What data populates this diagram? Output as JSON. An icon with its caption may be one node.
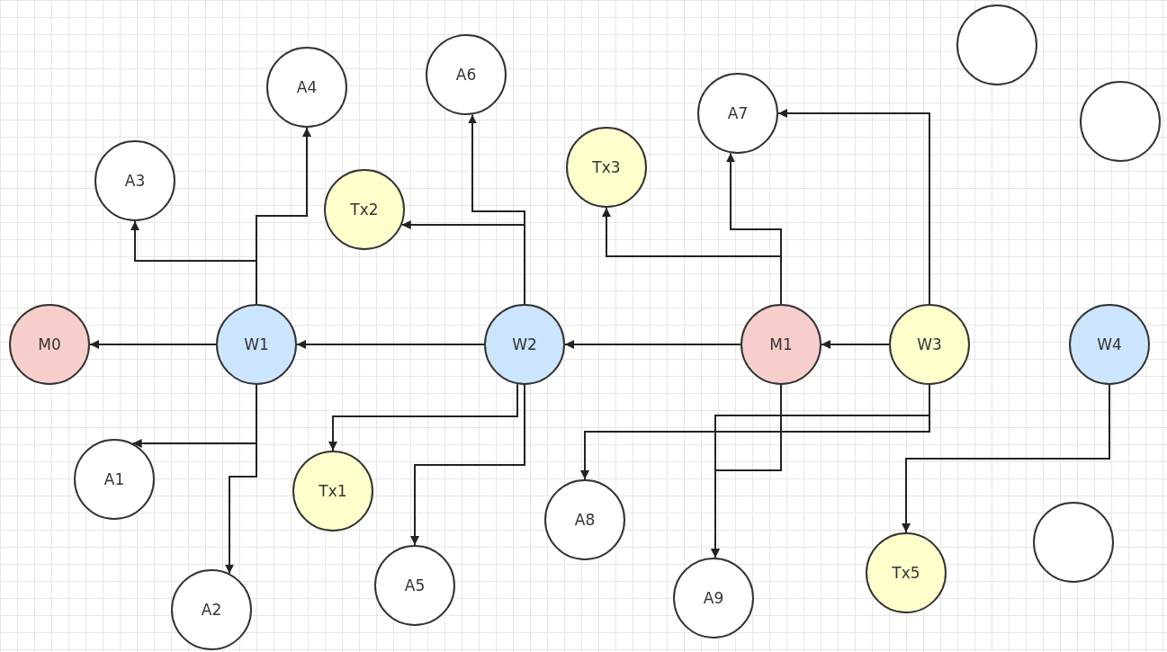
{
  "diagram": {
    "nodes": [
      {
        "text": [
          "M0"
        ]
      },
      {
        "text": [
          "W1"
        ]
      },
      {
        "text": [
          "W2"
        ]
      },
      {
        "text": [
          "M1"
        ]
      },
      {
        "text": [
          "W3"
        ]
      },
      {
        "text": [
          "W4"
        ]
      },
      {
        "text": [
          "A3"
        ]
      },
      {
        "text": [
          "A4"
        ]
      },
      {
        "text": [
          "A6"
        ]
      },
      {
        "text": [
          "Tx2"
        ]
      },
      {
        "text": [
          "Tx3"
        ]
      },
      {
        "text": [
          "A7"
        ]
      },
      {
        "text": [],
        "shape": "circle"
      },
      {
        "text": [],
        "shape": "circle"
      },
      {
        "text": [
          "A1"
        ]
      },
      {
        "text": [
          "Tx1"
        ]
      },
      {
        "text": [
          "A5"
        ]
      },
      {
        "text": [
          "A2"
        ]
      },
      {
        "text": [
          "A8"
        ]
      },
      {
        "text": [
          "A9"
        ]
      },
      {
        "text": [
          "Tx5"
        ]
      },
      {
        "text": [],
        "shape": "circle"
      }
    ],
    "edges": [
      {
        "from": 1,
        "to": 0,
        "arrow": "to"
      },
      {
        "from": 2,
        "to": 1,
        "arrow": "to"
      },
      {
        "from": 3,
        "to": 2,
        "arrow": "to"
      },
      {
        "from": 4,
        "to": 3,
        "arrow": "to"
      },
      {
        "from": 1,
        "to": 6,
        "arrow": "to"
      },
      {
        "from": 1,
        "to": 7,
        "arrow": "to"
      },
      {
        "from": 1,
        "to": 14,
        "arrow": "to"
      },
      {
        "from": 1,
        "to": 17,
        "arrow": "to"
      },
      {
        "from": 2,
        "to": 8,
        "arrow": "to"
      },
      {
        "from": 2,
        "to": 9,
        "arrow": "to"
      },
      {
        "from": 2,
        "to": 15,
        "arrow": "to"
      },
      {
        "from": 2,
        "to": 16,
        "arrow": "to"
      },
      {
        "from": 3,
        "to": 10,
        "arrow": "to"
      },
      {
        "from": 3,
        "to": 11,
        "arrow": "to"
      },
      {
        "from": 3,
        "to": 19,
        "arrow": "to"
      },
      {
        "from": 4,
        "to": 11,
        "arrow": "to"
      },
      {
        "from": 4,
        "to": 19,
        "arrow": "to"
      },
      {
        "from": 4,
        "to": 18,
        "arrow": "to"
      },
      {
        "from": 5,
        "to": 20,
        "arrow": "to"
      }
    ]
  }
}
